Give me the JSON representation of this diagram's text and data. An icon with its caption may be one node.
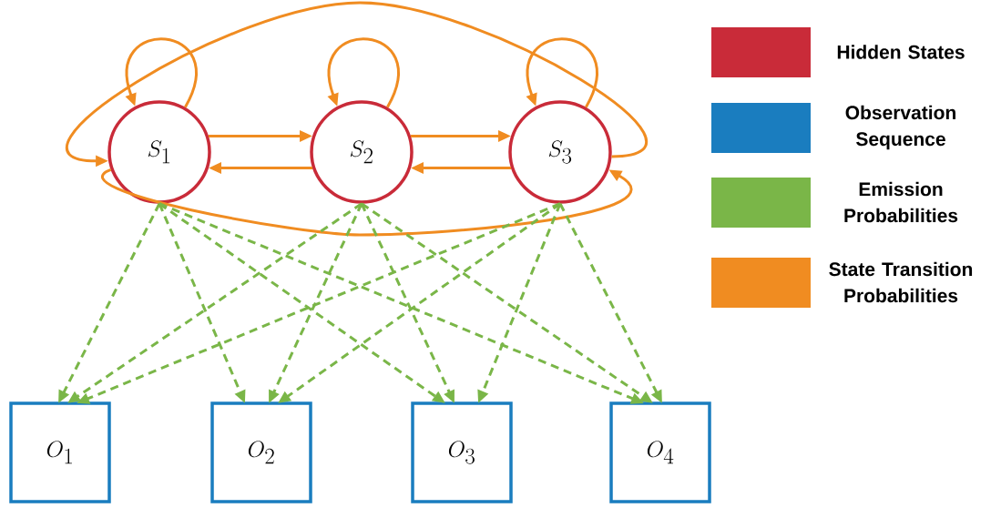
{
  "diagram": {
    "nodes": [
      {
        "text": [
          "S_1"
        ]
      },
      {
        "text": [
          "S_2"
        ]
      },
      {
        "text": [
          "S_3"
        ]
      },
      {
        "text": [
          "O_1"
        ]
      },
      {
        "text": [
          "O_2"
        ]
      },
      {
        "text": [
          "O_3"
        ]
      },
      {
        "text": [
          "O_4"
        ]
      }
    ],
    "edges": [
      {
        "from": 0,
        "to": 0,
        "arrow": "to",
        "color": "#f08c21"
      },
      {
        "from": 1,
        "to": 1,
        "arrow": "to",
        "color": "#f08c21"
      },
      {
        "from": 2,
        "to": 2,
        "arrow": "to",
        "color": "#f08c21"
      },
      {
        "from": 0,
        "to": 1,
        "arrow": "to",
        "color": "#f08c21"
      },
      {
        "from": 1,
        "to": 2,
        "arrow": "to",
        "color": "#f08c21"
      },
      {
        "from": 1,
        "to": 0,
        "arrow": "to",
        "color": "#f08c21"
      },
      {
        "from": 2,
        "to": 1,
        "arrow": "to",
        "color": "#f08c21"
      },
      {
        "from": 2,
        "to": 0,
        "arrow": "to",
        "color": "#f08c21"
      },
      {
        "from": 0,
        "to": 2,
        "arrow": "to",
        "color": "#f08c21"
      },
      {
        "from": 0,
        "to": 3,
        "arrow": "to",
        "style": "dashed"
      },
      {
        "from": 0,
        "to": 4,
        "arrow": "to",
        "style": "dashed"
      },
      {
        "from": 0,
        "to": 5,
        "arrow": "to",
        "style": "dashed"
      },
      {
        "from": 0,
        "to": 6,
        "arrow": "to",
        "style": "dashed"
      },
      {
        "from": 1,
        "to": 3,
        "arrow": "to",
        "style": "dashed"
      },
      {
        "from": 1,
        "to": 4,
        "arrow": "to",
        "style": "dashed"
      },
      {
        "from": 1,
        "to": 5,
        "arrow": "to",
        "style": "dashed"
      },
      {
        "from": 1,
        "to": 6,
        "arrow": "to",
        "style": "dashed"
      },
      {
        "from": 2,
        "to": 3,
        "arrow": "to",
        "style": "dashed"
      },
      {
        "from": 2,
        "to": 4,
        "arrow": "to",
        "style": "dashed"
      },
      {
        "from": 2,
        "to": 5,
        "arrow": "to",
        "style": "dashed"
      },
      {
        "from": 2,
        "to": 6,
        "arrow": "to",
        "style": "dashed"
      }
    ],
    "legend": [
      {
        "text": "Hidden States",
        "color": "#c92b39"
      },
      {
        "text": "Observation Sequence",
        "color": "#1a7dbf"
      },
      {
        "text": "Emission Probabilities",
        "color": "#7ab648"
      },
      {
        "text": "State Transition Probabilities",
        "color": "#f08c21"
      }
    ]
  }
}
